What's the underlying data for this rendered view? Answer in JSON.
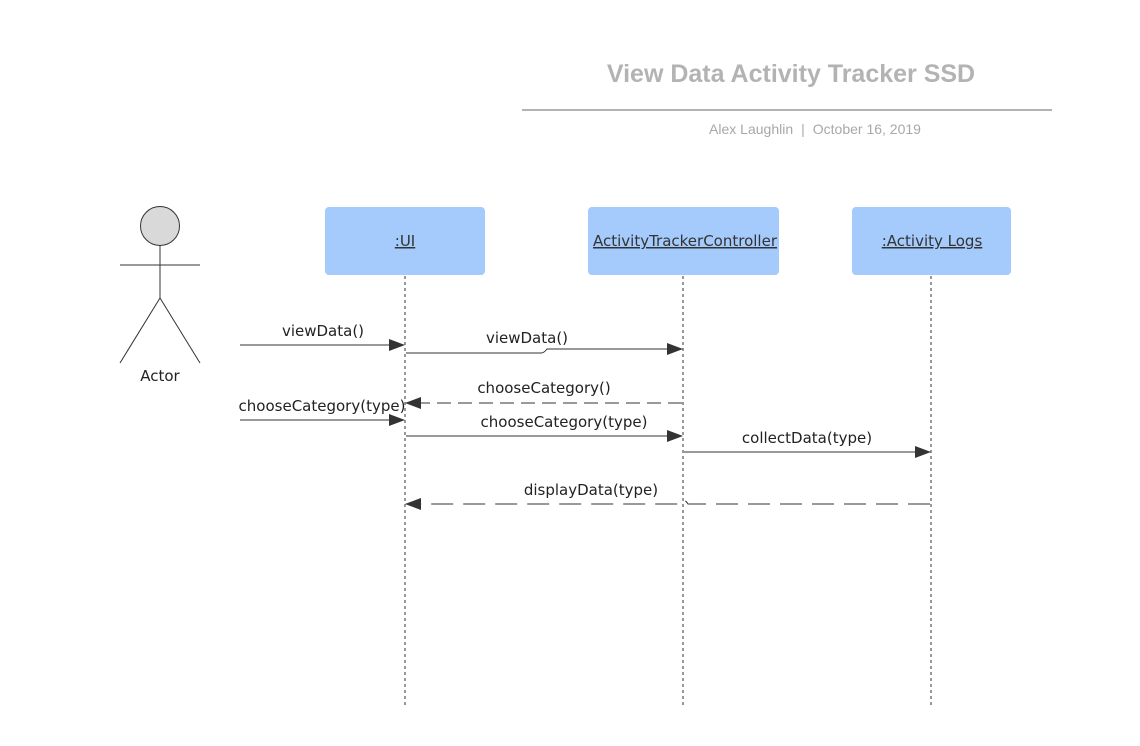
{
  "header": {
    "title": "View Data Activity Tracker SSD",
    "author": "Alex Laughlin",
    "separator": "|",
    "date": "October 16, 2019"
  },
  "actor": {
    "label": "Actor"
  },
  "lifelines": [
    {
      "id": "ui",
      "label": ":UI"
    },
    {
      "id": "controller",
      "label": "ActivityTrackerController"
    },
    {
      "id": "logs",
      "label": ":Activity Logs"
    }
  ],
  "messages": [
    {
      "label": "viewData()",
      "from": "actor",
      "to": "ui",
      "style": "solid"
    },
    {
      "label": "viewData()",
      "from": "ui",
      "to": "controller",
      "style": "solid"
    },
    {
      "label": "chooseCategory()",
      "from": "controller",
      "to": "ui",
      "style": "dashed"
    },
    {
      "label": "chooseCategory(type)",
      "from": "actor",
      "to": "ui",
      "style": "solid"
    },
    {
      "label": "chooseCategory(type)",
      "from": "ui",
      "to": "controller",
      "style": "solid"
    },
    {
      "label": "collectData(type)",
      "from": "controller",
      "to": "logs",
      "style": "solid"
    },
    {
      "label": "displayData(type)",
      "from": "logs",
      "to": "ui",
      "style": "dashed"
    }
  ],
  "colors": {
    "lifeline_box": "#a4cbfc",
    "actor_head": "#d9d9d9",
    "title": "#b3b3b3",
    "rule": "#b3b3b3",
    "line": "#333333"
  }
}
